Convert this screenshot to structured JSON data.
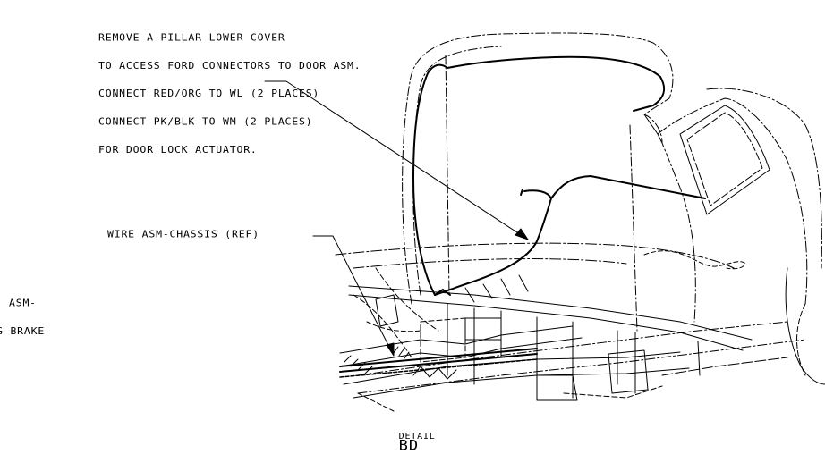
{
  "callout": {
    "lines": [
      "REMOVE A-PILLAR LOWER COVER",
      "TO ACCESS FORD CONNECTORS TO DOOR ASM.",
      "CONNECT RED/ORG TO WL (2 PLACES)",
      "CONNECT PK/BLK TO WM (2 PLACES)",
      "FOR DOOR LOCK ACTUATOR."
    ]
  },
  "wire_label": "WIRE ASM-CHASSIS (REF)",
  "partial_label": {
    "lines": [
      "ASM-",
      "G BRAKE"
    ]
  },
  "detail": {
    "prefix": "DETAIL",
    "letters": "BD"
  }
}
